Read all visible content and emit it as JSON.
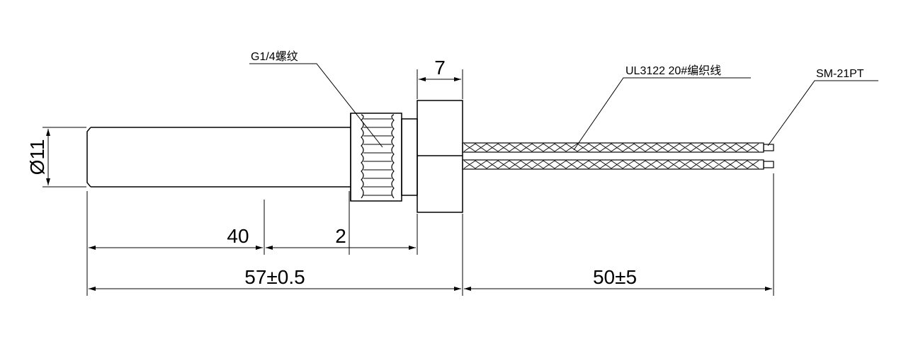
{
  "labels": {
    "thread": "G1/4螺纹",
    "wire": "UL3122 20#编织线",
    "terminal": "SM-21PT"
  },
  "dimensions": {
    "diameter": "Ø11",
    "hex_width": "7",
    "body_length": "40",
    "thread_gap": "2",
    "total_length": "57±0.5",
    "lead_length": "50±5"
  },
  "colors": {
    "line": "#000000",
    "background": "#ffffff"
  }
}
